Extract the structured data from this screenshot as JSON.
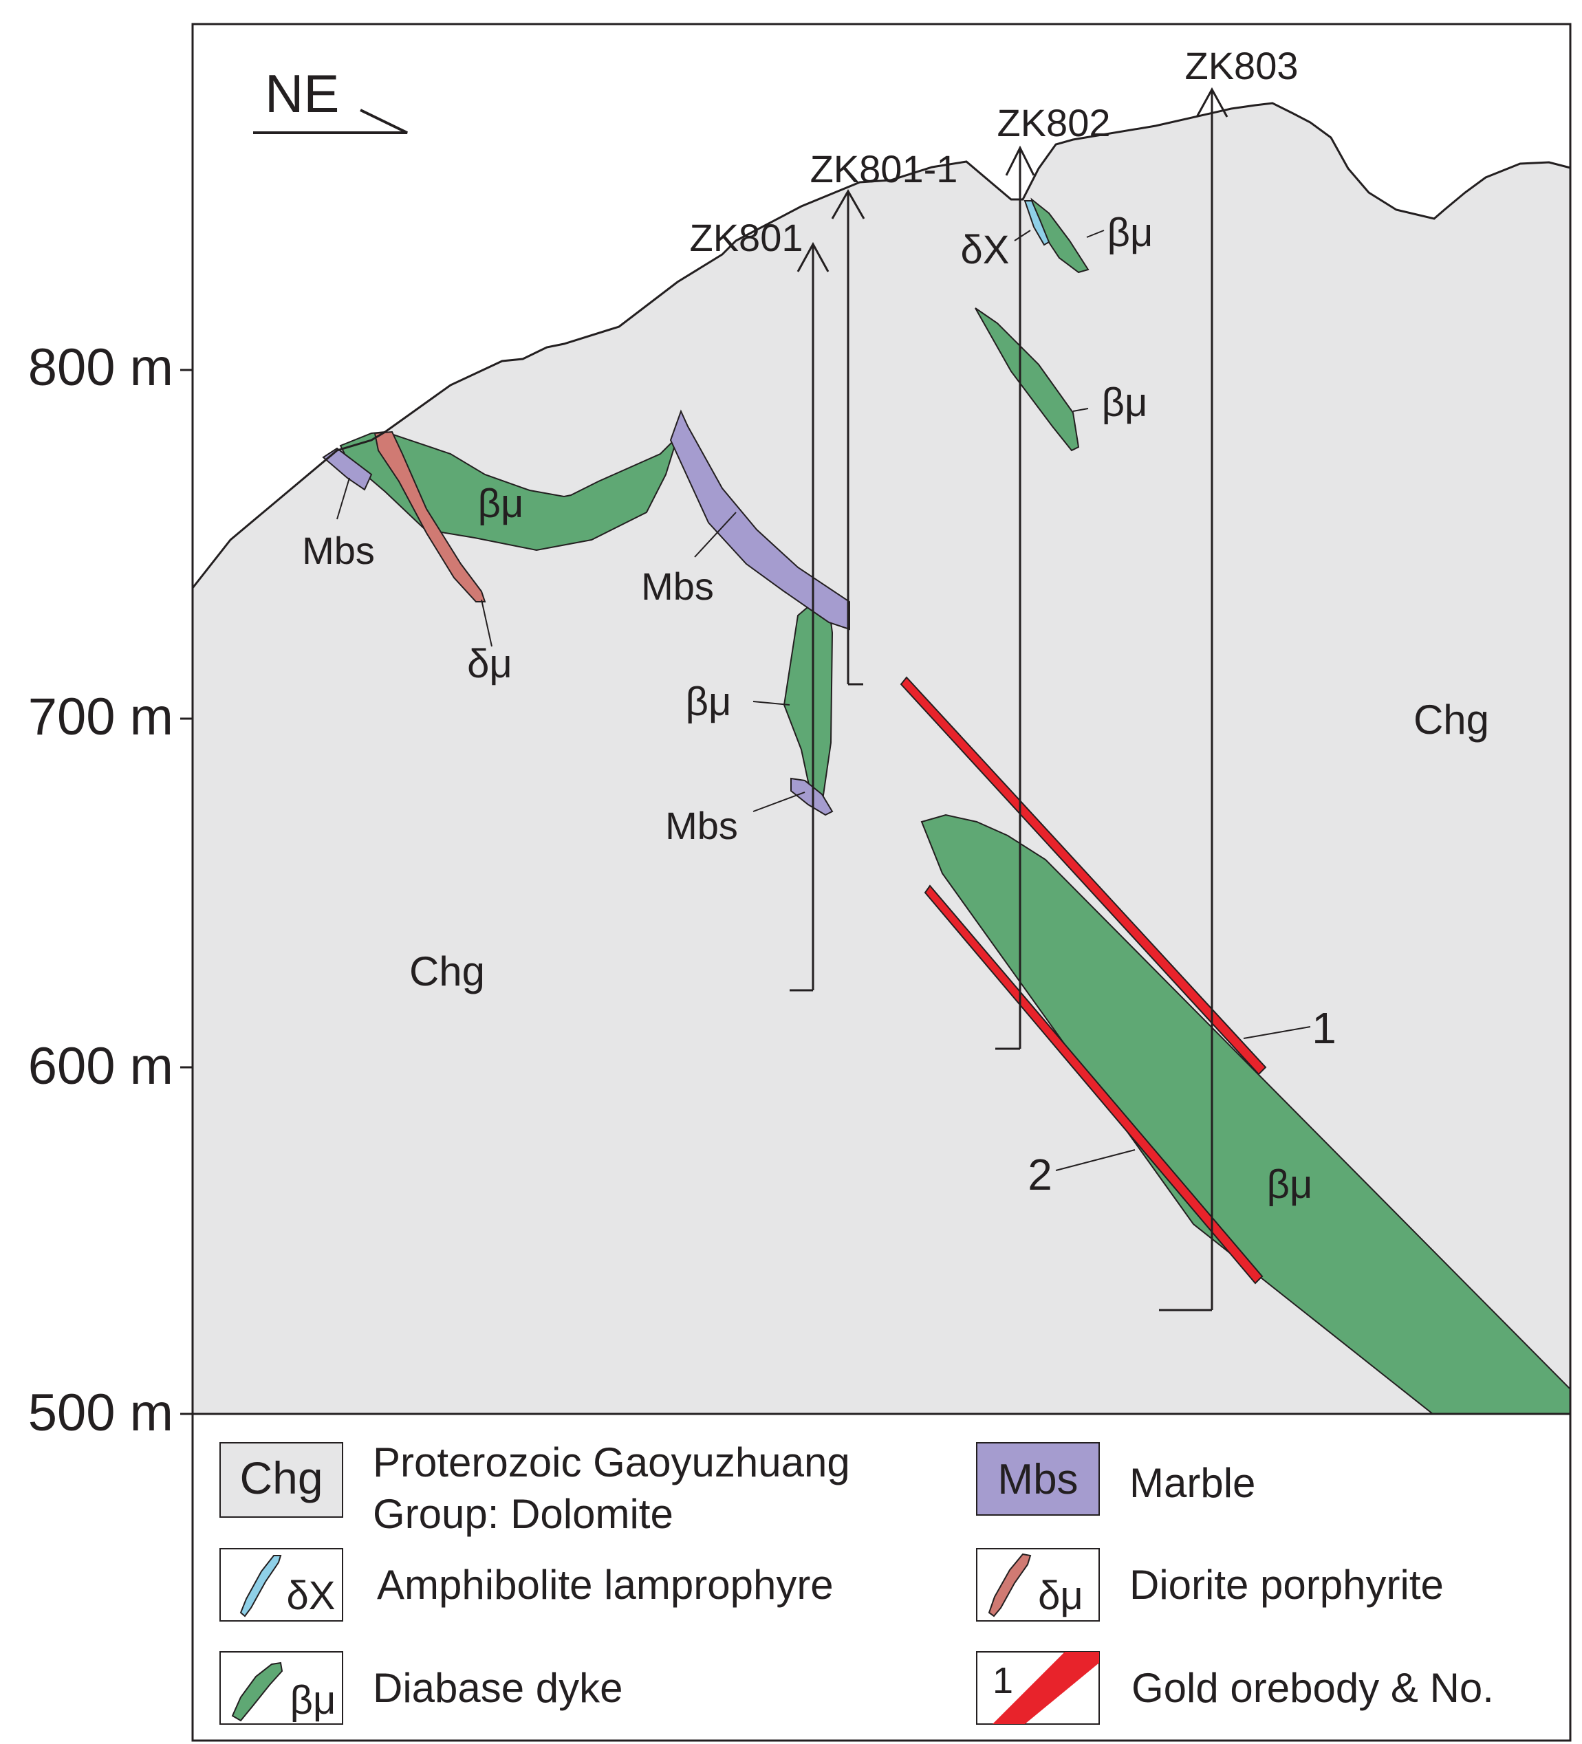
{
  "axis": {
    "ticks": [
      "800 m",
      "700 m",
      "600 m",
      "500 m"
    ]
  },
  "orientation": {
    "label": "NE"
  },
  "boreholes": [
    {
      "id": "zk801",
      "label": "ZK801"
    },
    {
      "id": "zk801-1",
      "label": "ZK801-1"
    },
    {
      "id": "zk802",
      "label": "ZK802"
    },
    {
      "id": "zk803",
      "label": "ZK803"
    }
  ],
  "unit_labels": {
    "chg_left": "Chg",
    "chg_right": "Chg",
    "mbs_1": "Mbs",
    "mbs_2": "Mbs",
    "mbs_3": "Mbs",
    "bmu_1": "βμ",
    "bmu_2": "βμ",
    "bmu_3": "βμ",
    "bmu_4": "βμ",
    "bmu_5": "βμ",
    "dmu_1": "δμ",
    "dx_1": "δX",
    "orebody_1": "1",
    "orebody_2": "2"
  },
  "legend": {
    "items": [
      {
        "symbol": "Chg",
        "label_lines": [
          "Proterozoic Gaoyuzhuang",
          "Group: Dolomite"
        ]
      },
      {
        "symbol": "Mbs",
        "label_lines": [
          "Marble"
        ]
      },
      {
        "symbol": "δX",
        "label_lines": [
          "Amphibolite lamprophyre"
        ]
      },
      {
        "symbol": "δμ",
        "label_lines": [
          "Diorite porphyrite"
        ]
      },
      {
        "symbol": "βμ",
        "label_lines": [
          "Diabase dyke"
        ]
      },
      {
        "symbol": "1",
        "label_lines": [
          "Gold orebody & No."
        ]
      }
    ]
  },
  "colors": {
    "dolomite": "#e6e6e7",
    "diabase": "#5fa874",
    "marble": "#a59ccf",
    "diorite": "#d07a73",
    "lamprophyre": "#8fd0e8",
    "orebody": "#e8232b",
    "line": "#231f20"
  }
}
